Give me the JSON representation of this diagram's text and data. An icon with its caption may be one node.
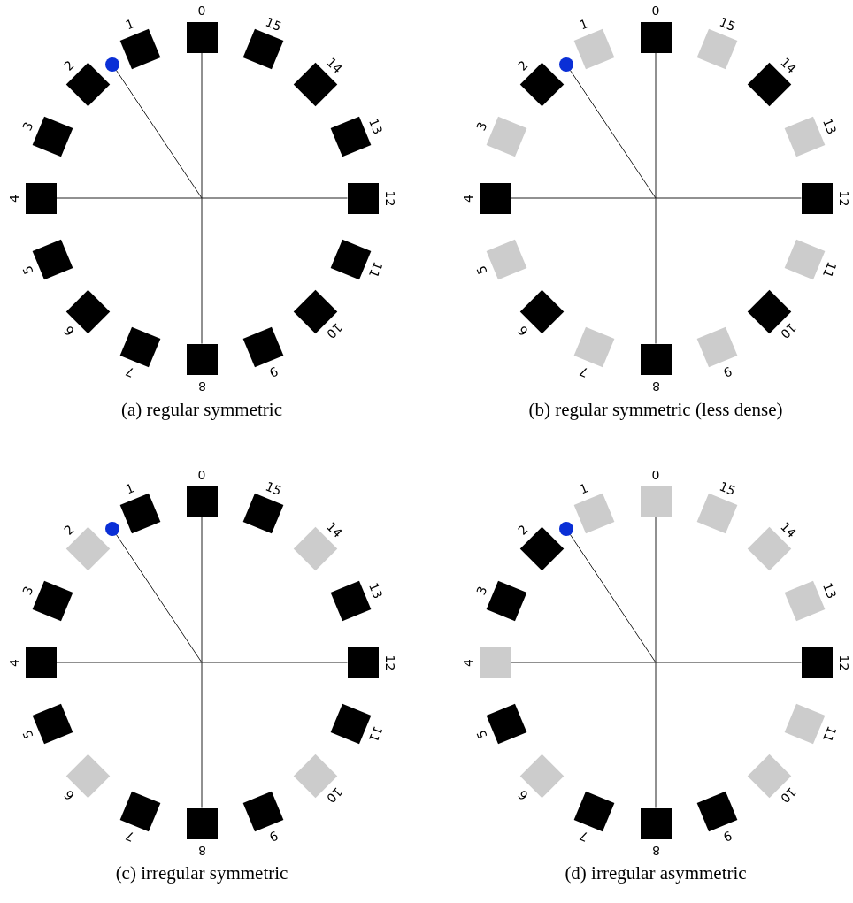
{
  "diagram": {
    "nodes": [
      {
        "text": [
          "0"
        ]
      },
      {
        "text": [
          "1"
        ]
      },
      {
        "text": [
          "2"
        ]
      },
      {
        "text": [
          "3"
        ]
      },
      {
        "text": [
          "4"
        ]
      },
      {
        "text": [
          "5"
        ]
      },
      {
        "text": [
          "6"
        ]
      },
      {
        "text": [
          "7"
        ]
      },
      {
        "text": [
          "8"
        ]
      },
      {
        "text": [
          "9"
        ]
      },
      {
        "text": [
          "10"
        ]
      },
      {
        "text": [
          "11"
        ]
      },
      {
        "text": [
          "12"
        ]
      },
      {
        "text": [
          "13"
        ]
      },
      {
        "text": [
          "14"
        ]
      },
      {
        "text": [
          "15"
        ]
      },
      {
        "text": [],
        "shape": "circle"
      },
      {
        "text": [
          "0"
        ]
      },
      {
        "text": [
          "1"
        ]
      },
      {
        "text": [
          "2"
        ]
      },
      {
        "text": [
          "3"
        ]
      },
      {
        "text": [
          "4"
        ]
      },
      {
        "text": [
          "5"
        ]
      },
      {
        "text": [
          "6"
        ]
      },
      {
        "text": [
          "7"
        ]
      },
      {
        "text": [
          "8"
        ]
      },
      {
        "text": [
          "9"
        ]
      },
      {
        "text": [
          "10"
        ]
      },
      {
        "text": [
          "11"
        ]
      },
      {
        "text": [
          "12"
        ]
      },
      {
        "text": [
          "13"
        ]
      },
      {
        "text": [
          "14"
        ]
      },
      {
        "text": [
          "15"
        ]
      },
      {
        "text": [],
        "shape": "circle"
      },
      {
        "text": [
          "0"
        ]
      },
      {
        "text": [
          "1"
        ]
      },
      {
        "text": [
          "2"
        ]
      },
      {
        "text": [
          "3"
        ]
      },
      {
        "text": [
          "4"
        ]
      },
      {
        "text": [
          "5"
        ]
      },
      {
        "text": [
          "6"
        ]
      },
      {
        "text": [
          "7"
        ]
      },
      {
        "text": [
          "8"
        ]
      },
      {
        "text": [
          "9"
        ]
      },
      {
        "text": [
          "10"
        ]
      },
      {
        "text": [
          "11"
        ]
      },
      {
        "text": [
          "12"
        ]
      },
      {
        "text": [
          "13"
        ]
      },
      {
        "text": [
          "14"
        ]
      },
      {
        "text": [
          "15"
        ]
      },
      {
        "text": [],
        "shape": "circle"
      },
      {
        "text": [
          "0"
        ]
      },
      {
        "text": [
          "1"
        ]
      },
      {
        "text": [
          "2"
        ]
      },
      {
        "text": [
          "3"
        ]
      },
      {
        "text": [
          "4"
        ]
      },
      {
        "text": [
          "5"
        ]
      },
      {
        "text": [
          "6"
        ]
      },
      {
        "text": [
          "7"
        ]
      },
      {
        "text": [
          "8"
        ]
      },
      {
        "text": [
          "9"
        ]
      },
      {
        "text": [
          "10"
        ]
      },
      {
        "text": [
          "11"
        ]
      },
      {
        "text": [
          "12"
        ]
      },
      {
        "text": [
          "13"
        ]
      },
      {
        "text": [
          "14"
        ]
      },
      {
        "text": [
          "15"
        ]
      },
      {
        "text": [],
        "shape": "circle"
      }
    ],
    "edges": [
      {
        "from": 0,
        "to": 8,
        "arrow": "none"
      },
      {
        "from": 4,
        "to": 12,
        "arrow": "none"
      },
      {
        "from": 16,
        "to": null,
        "arrow": "none"
      },
      {
        "from": 17,
        "to": 25,
        "arrow": "none"
      },
      {
        "from": 21,
        "to": 29,
        "arrow": "none"
      },
      {
        "from": 33,
        "to": null,
        "arrow": "none"
      },
      {
        "from": 34,
        "to": 42,
        "arrow": "none"
      },
      {
        "from": 38,
        "to": 46,
        "arrow": "none"
      },
      {
        "from": 50,
        "to": null,
        "arrow": "none"
      },
      {
        "from": 51,
        "to": 59,
        "arrow": "none"
      },
      {
        "from": 55,
        "to": 63,
        "arrow": "none"
      },
      {
        "from": 67,
        "to": null,
        "arrow": "none"
      }
    ],
    "labels": [
      "(a) regular symmetric",
      "(b) regular symmetric (less dense)",
      "(c) irregular symmetric",
      "(d) irregular asymmetric"
    ]
  }
}
